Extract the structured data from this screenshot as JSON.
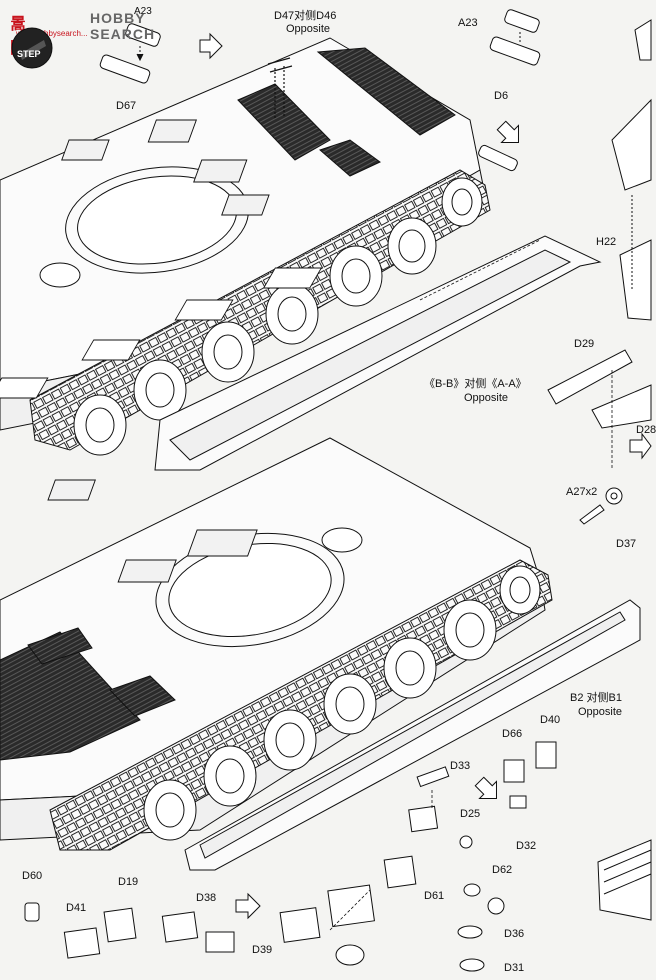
{
  "watermark": {
    "cn": "暠网",
    "en": "HOBBY SEARCH",
    "url": "www.hobbysearch..."
  },
  "step": {
    "label": "STEP"
  },
  "labels": {
    "a23_top": "A23",
    "d47": "D47对侧D46",
    "opposite_top": "Opposite",
    "a23_right": "A23",
    "d6": "D6",
    "d67": "D67",
    "h22": "H22",
    "d29": "D29",
    "bb": "《B-B》对侧《A-A》",
    "opposite_mid": "Opposite",
    "d28": "D28",
    "a27x2": "A27x2",
    "d37": "D37",
    "b2": "B2 对侧B1",
    "opposite_b2": "Opposite",
    "d40": "D40",
    "d66": "D66",
    "d33": "D33",
    "d25": "D25",
    "d32": "D32",
    "d60": "D60",
    "d19": "D19",
    "d41": "D41",
    "d38": "D38",
    "d39": "D39",
    "d62": "D62",
    "d61": "D61",
    "d36": "D36",
    "d31": "D31"
  },
  "colors": {
    "ink": "#111111",
    "paper": "#f4f4f2",
    "brand": "#c8141e",
    "grille": "#2a2a2a"
  }
}
